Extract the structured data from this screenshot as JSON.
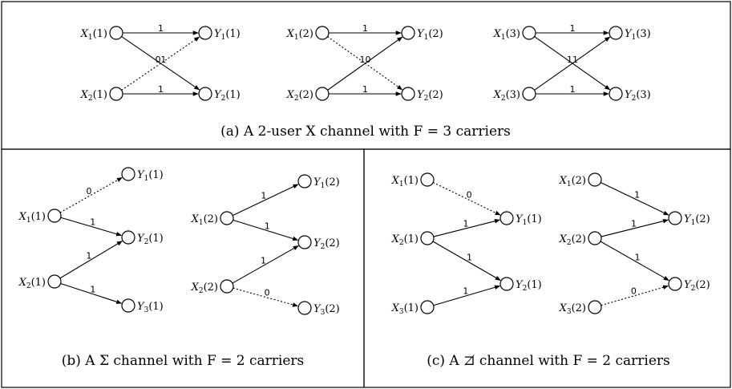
{
  "captions": {
    "a": "(a) A 2-user X channel with F = 3 carriers",
    "b": "(b) A Σ channel with F = 2 carriers",
    "c": "(c) A ⊐̸ channel with F = 2 carriers"
  },
  "panel_a": [
    {
      "nodes": {
        "x1": "X1(1)",
        "x2": "X2(1)",
        "y1": "Y1(1)",
        "y2": "Y2(1)"
      },
      "edges": [
        {
          "from": "x1",
          "to": "y1",
          "weight": "1"
        },
        {
          "from": "x1",
          "to": "y2",
          "weight": "1"
        },
        {
          "from": "x2",
          "to": "y1",
          "weight": "0"
        },
        {
          "from": "x2",
          "to": "y2",
          "weight": "1"
        }
      ]
    },
    {
      "nodes": {
        "x1": "X1(2)",
        "x2": "X2(2)",
        "y1": "Y1(2)",
        "y2": "Y2(2)"
      },
      "edges": [
        {
          "from": "x1",
          "to": "y1",
          "weight": "1"
        },
        {
          "from": "x1",
          "to": "y2",
          "weight": "0"
        },
        {
          "from": "x2",
          "to": "y1",
          "weight": "1"
        },
        {
          "from": "x2",
          "to": "y2",
          "weight": "1"
        }
      ]
    },
    {
      "nodes": {
        "x1": "X1(3)",
        "x2": "X2(3)",
        "y1": "Y1(3)",
        "y2": "Y2(3)"
      },
      "edges": [
        {
          "from": "x1",
          "to": "y1",
          "weight": "1"
        },
        {
          "from": "x1",
          "to": "y2",
          "weight": "1"
        },
        {
          "from": "x2",
          "to": "y1",
          "weight": "1"
        },
        {
          "from": "x2",
          "to": "y2",
          "weight": "1"
        }
      ]
    }
  ],
  "panel_b": [
    {
      "nodes": {
        "x1": "X1(1)",
        "x2": "X2(1)",
        "y1": "Y1(1)",
        "y2": "Y2(1)",
        "y3": "Y3(1)"
      },
      "edges": [
        {
          "from": "x1",
          "to": "y1",
          "weight": "0"
        },
        {
          "from": "x1",
          "to": "y2",
          "weight": "1"
        },
        {
          "from": "x2",
          "to": "y2",
          "weight": "1"
        },
        {
          "from": "x2",
          "to": "y3",
          "weight": "1"
        }
      ]
    },
    {
      "nodes": {
        "x1": "X1(2)",
        "x2": "X2(2)",
        "y1": "Y1(2)",
        "y2": "Y2(2)",
        "y3": "Y3(2)"
      },
      "edges": [
        {
          "from": "x1",
          "to": "y1",
          "weight": "1"
        },
        {
          "from": "x1",
          "to": "y2",
          "weight": "1"
        },
        {
          "from": "x2",
          "to": "y2",
          "weight": "1"
        },
        {
          "from": "x2",
          "to": "y3",
          "weight": "0"
        }
      ]
    }
  ],
  "panel_c": [
    {
      "nodes": {
        "x1": "X1(1)",
        "x2": "X2(1)",
        "x3": "X3(1)",
        "y1": "Y1(1)",
        "y2": "Y2(1)"
      },
      "edges": [
        {
          "from": "x1",
          "to": "y1",
          "weight": "0"
        },
        {
          "from": "x2",
          "to": "y1",
          "weight": "1"
        },
        {
          "from": "x2",
          "to": "y2",
          "weight": "1"
        },
        {
          "from": "x3",
          "to": "y2",
          "weight": "1"
        }
      ]
    },
    {
      "nodes": {
        "x1": "X1(2)",
        "x2": "X2(2)",
        "x3": "X3(2)",
        "y1": "Y1(2)",
        "y2": "Y2(2)"
      },
      "edges": [
        {
          "from": "x1",
          "to": "y1",
          "weight": "1"
        },
        {
          "from": "x2",
          "to": "y1",
          "weight": "1"
        },
        {
          "from": "x2",
          "to": "y2",
          "weight": "1"
        },
        {
          "from": "x3",
          "to": "y2",
          "weight": "0"
        }
      ]
    }
  ]
}
